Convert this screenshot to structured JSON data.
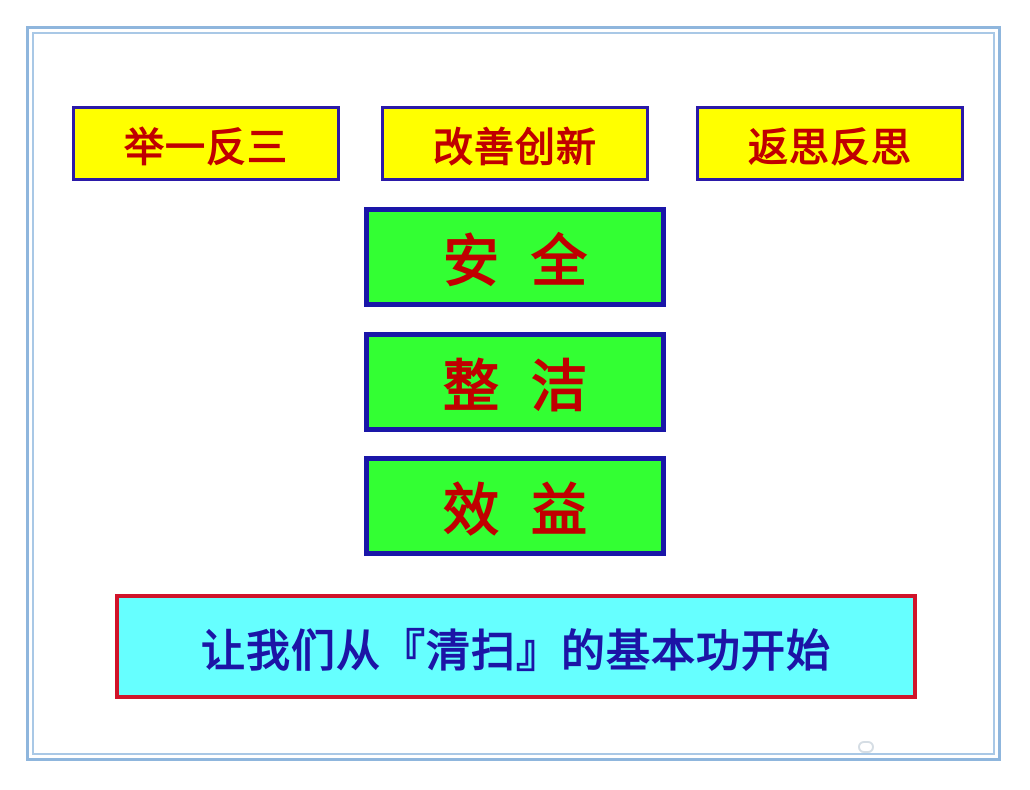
{
  "top_tags": [
    {
      "label": "举一反三"
    },
    {
      "label": "改善创新"
    },
    {
      "label": "返思反思"
    }
  ],
  "pillars": [
    {
      "label": "安全"
    },
    {
      "label": "整洁"
    },
    {
      "label": "效益"
    }
  ],
  "slogan": {
    "text": "让我们从『清扫』的基本功开始"
  },
  "colors": {
    "tag_fill": "#ffff00",
    "tag_border": "#2b1aa8",
    "tag_text": "#c00000",
    "pillar_fill": "#33ff33",
    "pillar_border": "#1a16a8",
    "pillar_text": "#c00000",
    "slogan_fill": "#66ffff",
    "slogan_border": "#d0142a",
    "slogan_text": "#1c14a6",
    "frame": "#8fb6dd"
  },
  "watermark": {
    "icon": "wechat-icon"
  }
}
